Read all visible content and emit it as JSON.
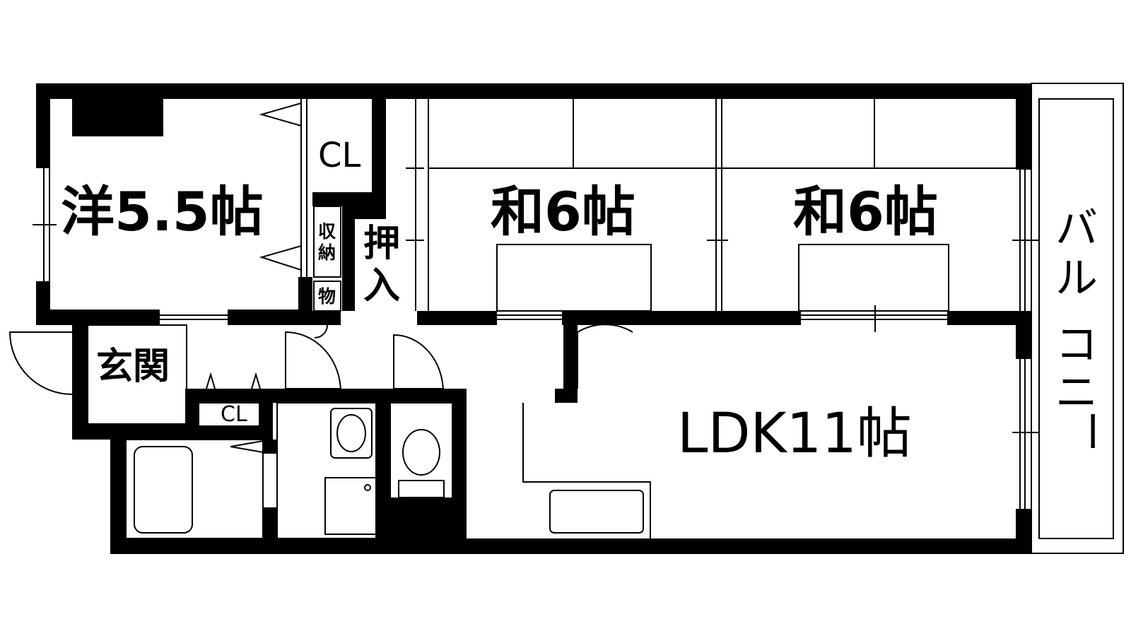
{
  "rooms": {
    "western": "洋5.5帖",
    "japanese_1": "和6帖",
    "japanese_2": "和6帖",
    "ldk": "LDK11帖",
    "entrance": "玄関",
    "closet_main": "CL",
    "closet_small": "CL",
    "storage_1": "収",
    "storage_2": "納",
    "goods": "物",
    "oshiire_1": "押",
    "oshiire_2": "入",
    "balcony": [
      "バ",
      "ル",
      "コ",
      "ニ",
      "ー"
    ]
  },
  "colors": {
    "wall": "#000000",
    "floor": "#ffffff",
    "line": "#000000"
  }
}
